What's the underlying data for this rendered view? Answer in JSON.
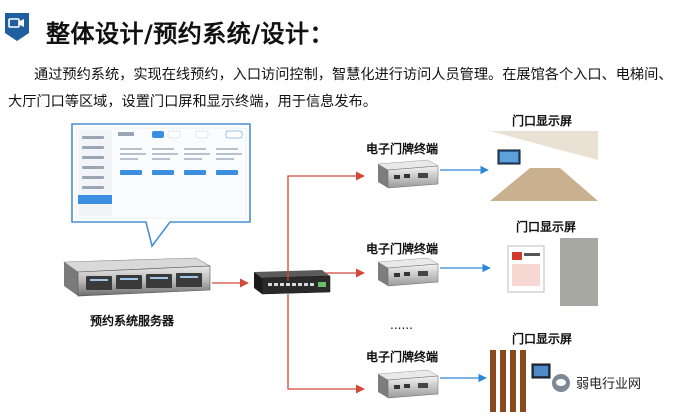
{
  "header": {
    "title": "整体设计/预约系统/设计：",
    "icon": "video-call-icon",
    "accent_color": "#1f5fa0"
  },
  "description": "通过预约系统，实现在线预约，入口访问控制，智慧化进行访问人员管理。在展馆各个入口、电梯间、大厅门口等区域，设置门口屏和显示终端，用于信息发布。",
  "diagram": {
    "server_label": "预约系统服务器",
    "terminal_label": "电子门牌终端",
    "screen_label": "门口显示屏",
    "ellipsis": "......",
    "ui_screenshot_title": "预约系统",
    "colors": {
      "link_red": "#d2483a",
      "link_blue": "#2d86d8",
      "callout_border": "#4a8fd6"
    }
  },
  "watermark": {
    "text": "弱电行业网",
    "icon": "wechat-icon"
  }
}
